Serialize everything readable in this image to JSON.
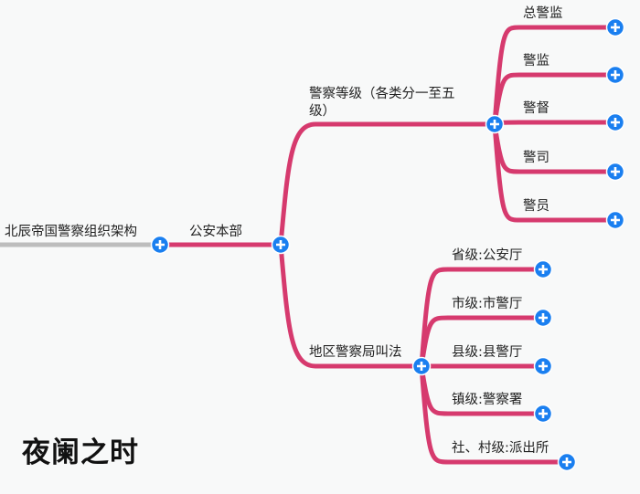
{
  "colors": {
    "edge": "#d63a6e",
    "root_edge": "#bdbdbd",
    "expand_button": "#1a7ff0"
  },
  "root": {
    "label": "北辰帝国警察组织架构"
  },
  "level1": {
    "label": "公安本部"
  },
  "branches": [
    {
      "label_line1": "警察等级（各类分一至五",
      "label_line2": "级）",
      "children": [
        "总警监",
        "警监",
        "警督",
        "警司",
        "警员"
      ]
    },
    {
      "label_line1": "地区警察局叫法",
      "children": [
        "省级:公安厅",
        "市级:市警厅",
        "县级:县警厅",
        "镇级:警察署",
        "社、村级:派出所"
      ]
    }
  ],
  "watermark": "夜阑之时"
}
